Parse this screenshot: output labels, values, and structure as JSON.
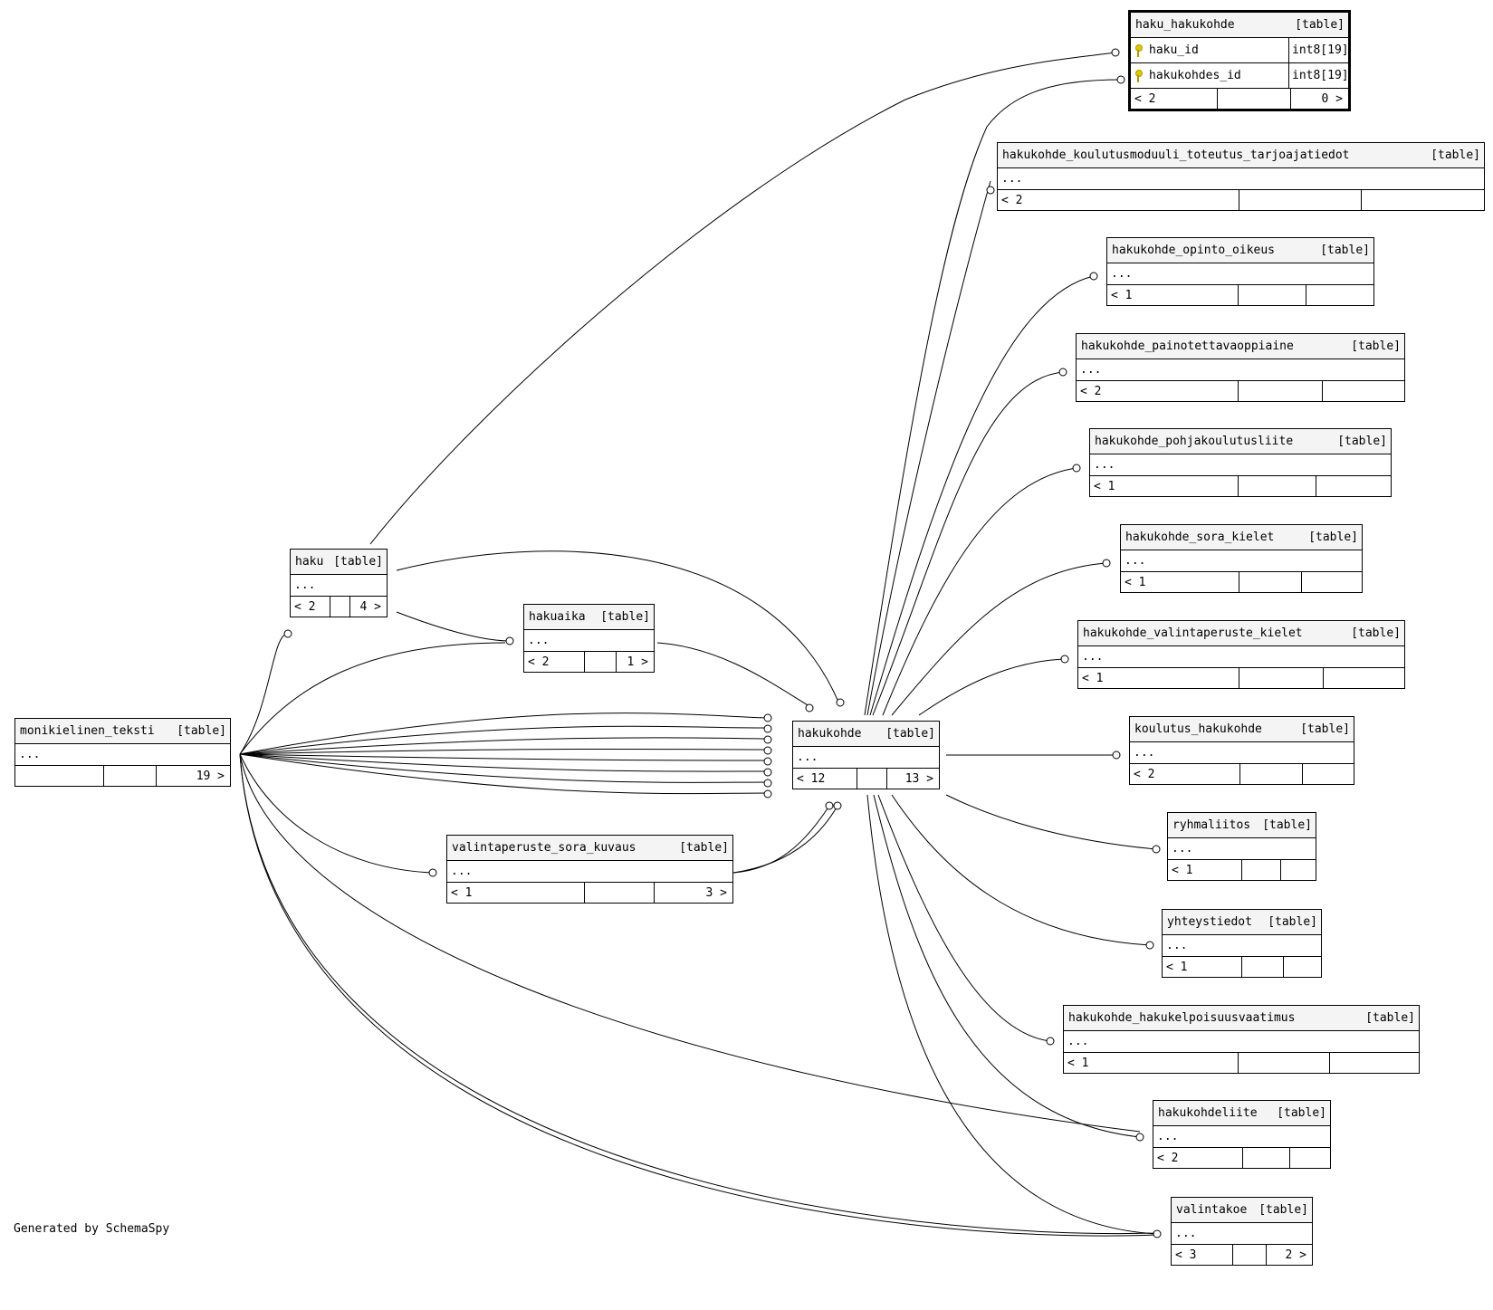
{
  "tables": [
    {
      "id": "haku_hakukohde",
      "name": "haku_hakukohde",
      "tag": "[table]",
      "focus": true,
      "columns": [
        {
          "name": "haku_id",
          "type": "int8[19]"
        },
        {
          "name": "hakukohdes_id",
          "type": "int8[19]"
        }
      ],
      "parents": "< 2",
      "children": "0 >"
    },
    {
      "id": "hakukohde_koulutusmoduuli_toteutus_tarjoajatiedot",
      "name": "hakukohde_koulutusmoduuli_toteutus_tarjoajatiedot",
      "tag": "[table]",
      "body": "...",
      "parents": "< 2",
      "children": ""
    },
    {
      "id": "hakukohde_opinto_oikeus",
      "name": "hakukohde_opinto_oikeus",
      "tag": "[table]",
      "body": "...",
      "parents": "< 1",
      "children": ""
    },
    {
      "id": "hakukohde_painotettavaoppiaine",
      "name": "hakukohde_painotettavaoppiaine",
      "tag": "[table]",
      "body": "...",
      "parents": "< 2",
      "children": ""
    },
    {
      "id": "hakukohde_pohjakoulutusliite",
      "name": "hakukohde_pohjakoulutusliite",
      "tag": "[table]",
      "body": "...",
      "parents": "< 1",
      "children": ""
    },
    {
      "id": "hakukohde_sora_kielet",
      "name": "hakukohde_sora_kielet",
      "tag": "[table]",
      "body": "...",
      "parents": "< 1",
      "children": ""
    },
    {
      "id": "hakukohde_valintaperuste_kielet",
      "name": "hakukohde_valintaperuste_kielet",
      "tag": "[table]",
      "body": "...",
      "parents": "< 1",
      "children": ""
    },
    {
      "id": "koulutus_hakukohde",
      "name": "koulutus_hakukohde",
      "tag": "[table]",
      "body": "...",
      "parents": "< 2",
      "children": ""
    },
    {
      "id": "ryhmaliitos",
      "name": "ryhmaliitos",
      "tag": "[table]",
      "body": "...",
      "parents": "< 1",
      "children": ""
    },
    {
      "id": "yhteystiedot",
      "name": "yhteystiedot",
      "tag": "[table]",
      "body": "...",
      "parents": "< 1",
      "children": ""
    },
    {
      "id": "hakukohde_hakukelpoisuusvaatimus",
      "name": "hakukohde_hakukelpoisuusvaatimus",
      "tag": "[table]",
      "body": "...",
      "parents": "< 1",
      "children": ""
    },
    {
      "id": "hakukohdeliite",
      "name": "hakukohdeliite",
      "tag": "[table]",
      "body": "...",
      "parents": "< 2",
      "children": ""
    },
    {
      "id": "valintakoe",
      "name": "valintakoe",
      "tag": "[table]",
      "body": "...",
      "parents": "< 3",
      "children": "2 >"
    },
    {
      "id": "haku",
      "name": "haku",
      "tag": "[table]",
      "body": "...",
      "parents": "< 2",
      "children": "4 >"
    },
    {
      "id": "hakuaika",
      "name": "hakuaika",
      "tag": "[table]",
      "body": "...",
      "parents": "< 2",
      "children": "1 >"
    },
    {
      "id": "monikielinen_teksti",
      "name": "monikielinen_teksti",
      "tag": "[table]",
      "body": "...",
      "parents": "",
      "children": "19 >"
    },
    {
      "id": "hakukohde",
      "name": "hakukohde",
      "tag": "[table]",
      "body": "...",
      "parents": "< 12",
      "children": "13 >"
    },
    {
      "id": "valintaperuste_sora_kuvaus",
      "name": "valintaperuste_sora_kuvaus",
      "tag": "[table]",
      "body": "...",
      "parents": "< 1",
      "children": "3 >"
    }
  ],
  "footer": {
    "text": "Generated by SchemaSpy"
  }
}
